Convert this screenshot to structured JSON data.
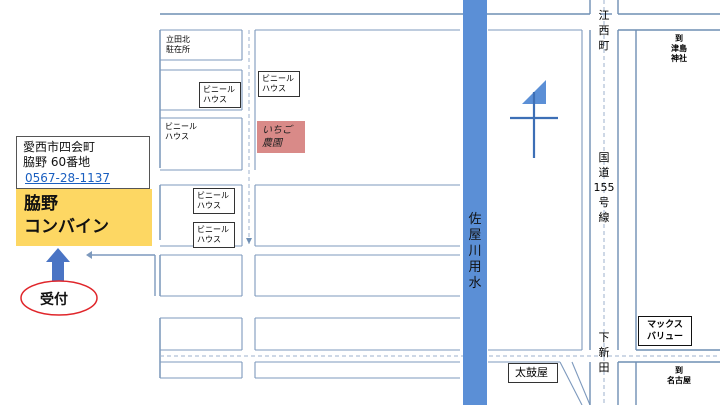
{
  "address": {
    "line1": "愛西市四会町",
    "line2": "脇野 60番地",
    "phone": "0567-28-1137"
  },
  "company": {
    "line1": "脇野",
    "line2": "コンバイン"
  },
  "reception": {
    "label": "受付"
  },
  "places": {
    "parking": "立田北\n駐在所",
    "vinyl_house": "ビニール\nハウス",
    "strawberry_farm": "いちご\n農園",
    "taikoya": "太鼓屋",
    "max_valu": "マックス\nバリュー"
  },
  "roads": {
    "canal": "佐\n屋\n川\n用\n水",
    "koshi": "江\n西\n町",
    "national_route": "国\n道\n155\n号\n線",
    "shimoshinden": "下\n新\n田"
  },
  "destinations": {
    "tsushima": "到\n津島\n神社",
    "nagoya": "到\n名古屋"
  },
  "colors": {
    "canal": "#5b8fd6",
    "company_fill": "#fdd763",
    "strawberry_fill": "#d98a88",
    "reception_ring": "#e0262b",
    "arrow": "#4a74c4",
    "phone": "#1a5fc0"
  },
  "icons": {
    "north_arrow": "north-arrow-icon",
    "up_arrow": "up-arrow-icon"
  }
}
